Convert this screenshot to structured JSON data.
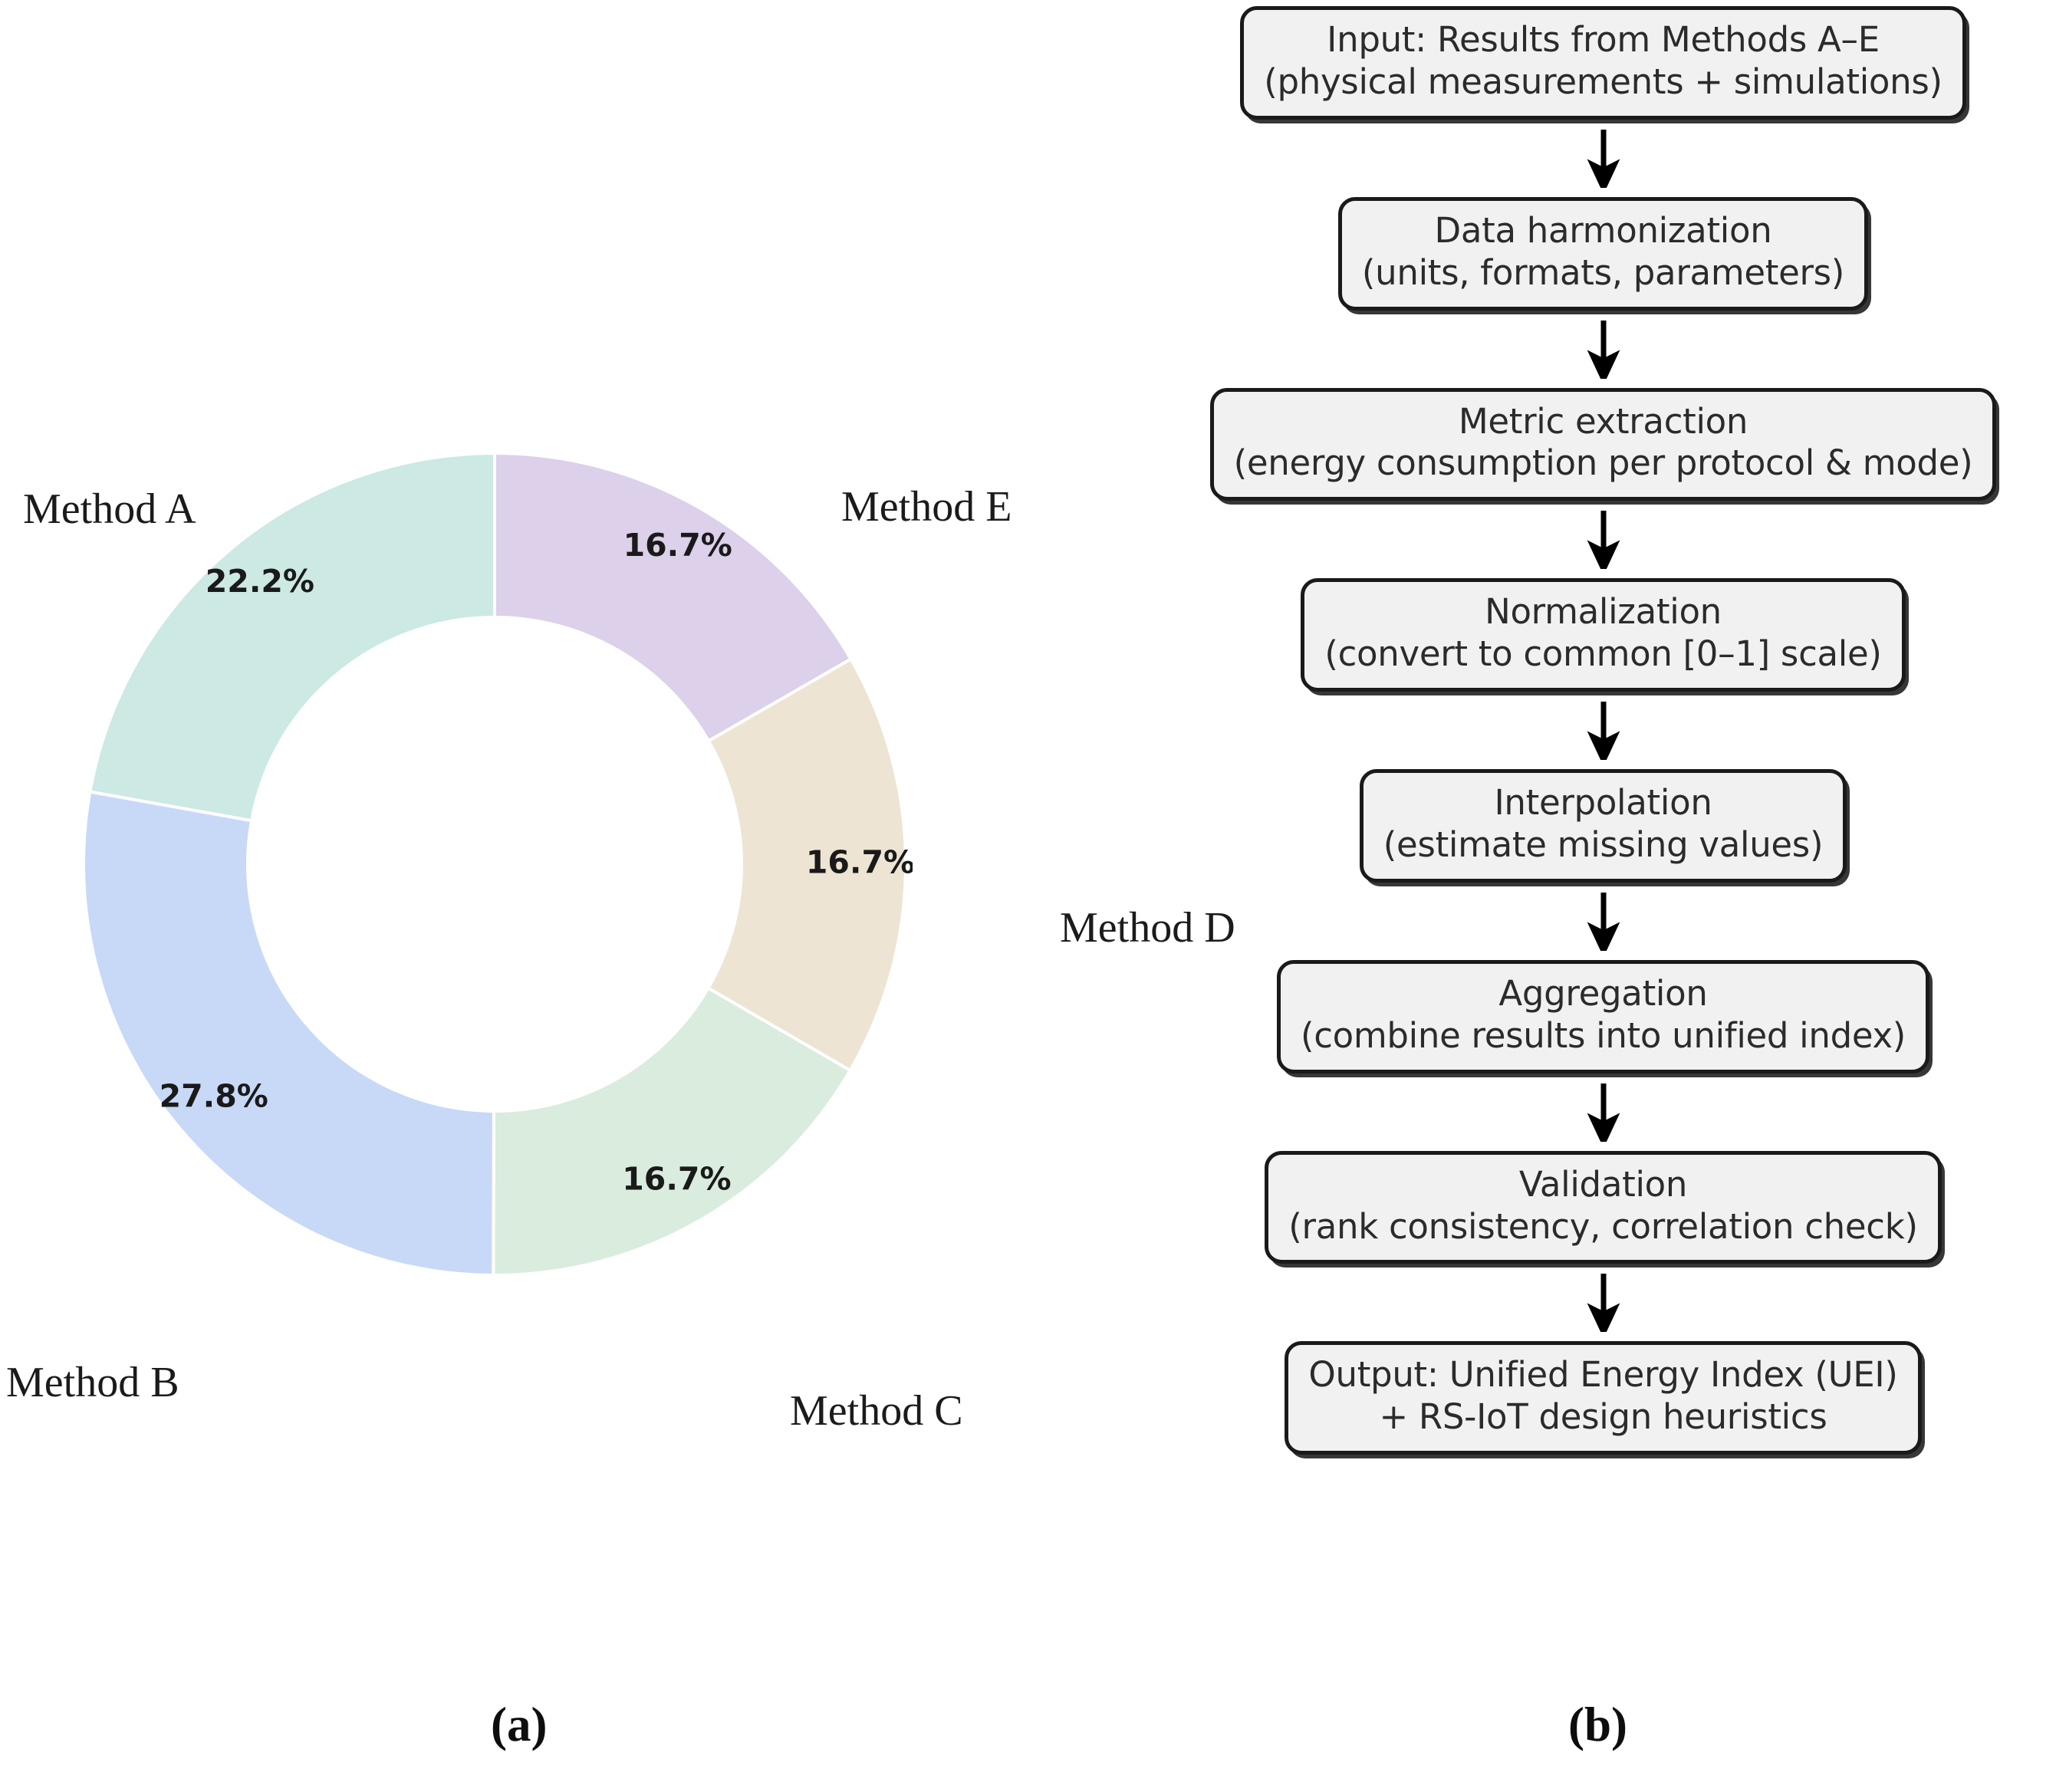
{
  "figure": {
    "caption_a": "(a)",
    "caption_b": "(b)"
  },
  "chart_data": {
    "type": "pie",
    "variant": "donut",
    "title": "",
    "xlabel": "",
    "ylabel": "",
    "legend_position": "outside-labels",
    "grid": false,
    "start_angle_deg": 0,
    "direction": "clockwise",
    "inner_radius_ratio": 0.6,
    "categories": [
      "Method E",
      "Method D",
      "Method C",
      "Method B",
      "Method A"
    ],
    "values": [
      16.7,
      16.7,
      16.7,
      27.8,
      22.2
    ],
    "labels": [
      "16.7%",
      "16.7%",
      "16.7%",
      "27.8%",
      "22.2%"
    ],
    "colors": [
      "#dcd0ea",
      "#ede4d3",
      "#d9ecdd",
      "#c8d9f7",
      "#cce9e4"
    ],
    "slices": [
      {
        "name": "Method E",
        "value": 16.7,
        "label": "16.7%",
        "color": "#dcd0ea"
      },
      {
        "name": "Method D",
        "value": 16.7,
        "label": "16.7%",
        "color": "#ede4d3"
      },
      {
        "name": "Method C",
        "value": 16.7,
        "label": "16.7%",
        "color": "#d9ecdd"
      },
      {
        "name": "Method B",
        "value": 27.8,
        "label": "27.8%",
        "color": "#c8d9f7"
      },
      {
        "name": "Method A",
        "value": 22.2,
        "label": "22.2%",
        "color": "#cce9e4"
      }
    ]
  },
  "flowchart": {
    "node_fill": "#f1f1f1",
    "node_border": "#1a1a1a",
    "arrow_color": "#000000",
    "nodes": [
      {
        "line1": "Input: Results from Methods A–E",
        "line2": "(physical measurements + simulations)"
      },
      {
        "line1": "Data harmonization",
        "line2": "(units, formats, parameters)"
      },
      {
        "line1": "Metric extraction",
        "line2": "(energy consumption per protocol & mode)"
      },
      {
        "line1": "Normalization",
        "line2": "(convert to common [0–1] scale)"
      },
      {
        "line1": "Interpolation",
        "line2": "(estimate missing values)"
      },
      {
        "line1": "Aggregation",
        "line2": "(combine results into unified index)"
      },
      {
        "line1": "Validation",
        "line2": "(rank consistency, correlation check)"
      },
      {
        "line1": "Output: Unified Energy Index (UEI)",
        "line2": "+ RS-IoT design heuristics"
      }
    ]
  }
}
